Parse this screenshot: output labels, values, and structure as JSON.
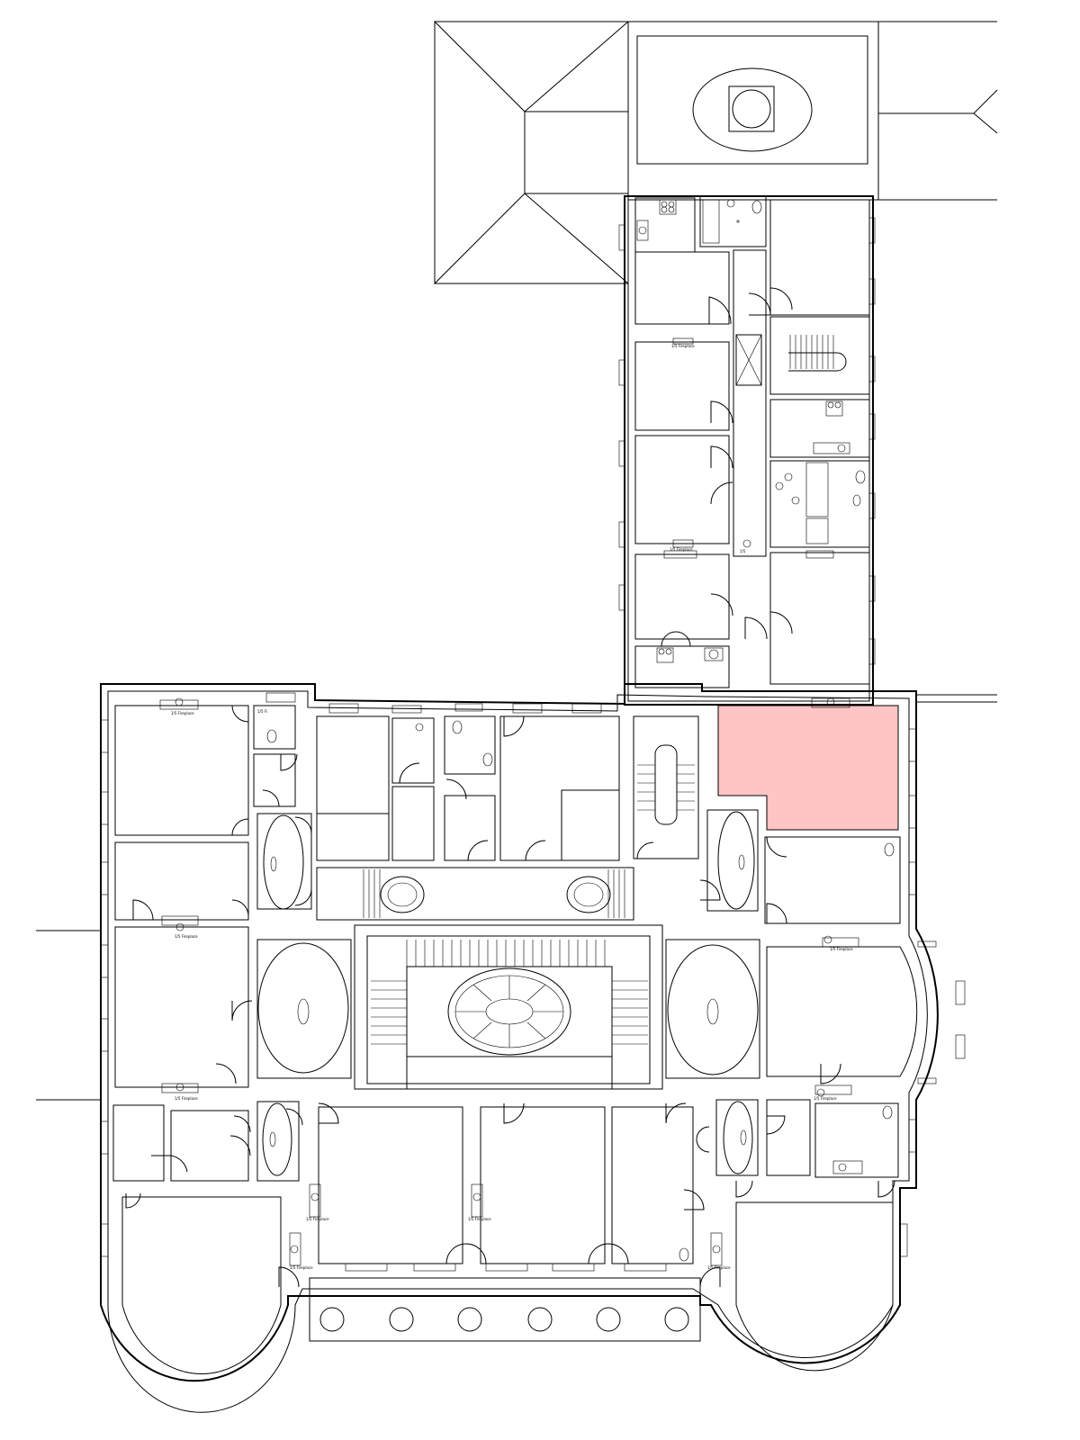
{
  "colors": {
    "background": "#ffffff",
    "line": "#000000",
    "highlight_room": "#ffc4c4"
  },
  "labels": {
    "fireplace_a": "1/5 Fireplace",
    "fireplace_b": "1/5 Fireplace",
    "fireplace_c": "1/5 Fireplace",
    "fireplace_d": "1/5 Fireplace",
    "fireplace_e": "1/5 Fireplace",
    "fireplace_f": "1/5 Fireplace",
    "fireplace_g": "1/5 Fireplace",
    "fireplace_h": "1/5 Fireplace",
    "fireplace_i": "1/5 Fireplace",
    "fireplace_j": "1/5 Fireplace",
    "fireplace_k": "1/5 Fireplace"
  }
}
